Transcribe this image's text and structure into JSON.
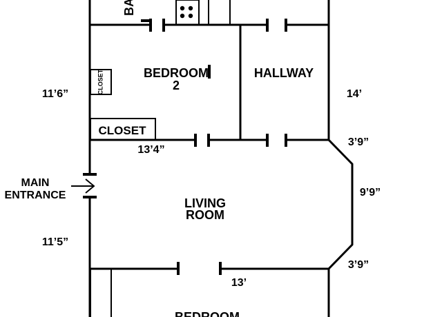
{
  "rooms": {
    "bath_partial": "BA",
    "bedroom2_line1": "BEDROOM",
    "bedroom2_line2": "2",
    "hallway": "HALLWAY",
    "living_line1": "LIVING",
    "living_line2": "ROOM",
    "bedroom_bottom_partial": "BEDROOM"
  },
  "closets": {
    "large": "CLOSET",
    "small": "CLOSET"
  },
  "entrance": {
    "line1": "MAIN",
    "line2": "ENTRANCE"
  },
  "dimensions": {
    "bedroom2_height": "11’6”",
    "bedroom2_width": "13’4”",
    "hallway_height": "14’",
    "bay_top": "3’9”",
    "bay_side": "9’9”",
    "bay_bottom": "3’9”",
    "living_height": "11’5”",
    "living_width": "13’"
  },
  "icons": {
    "stove": "stove-icon",
    "entrance_arrow": "entrance-arrow-icon"
  }
}
